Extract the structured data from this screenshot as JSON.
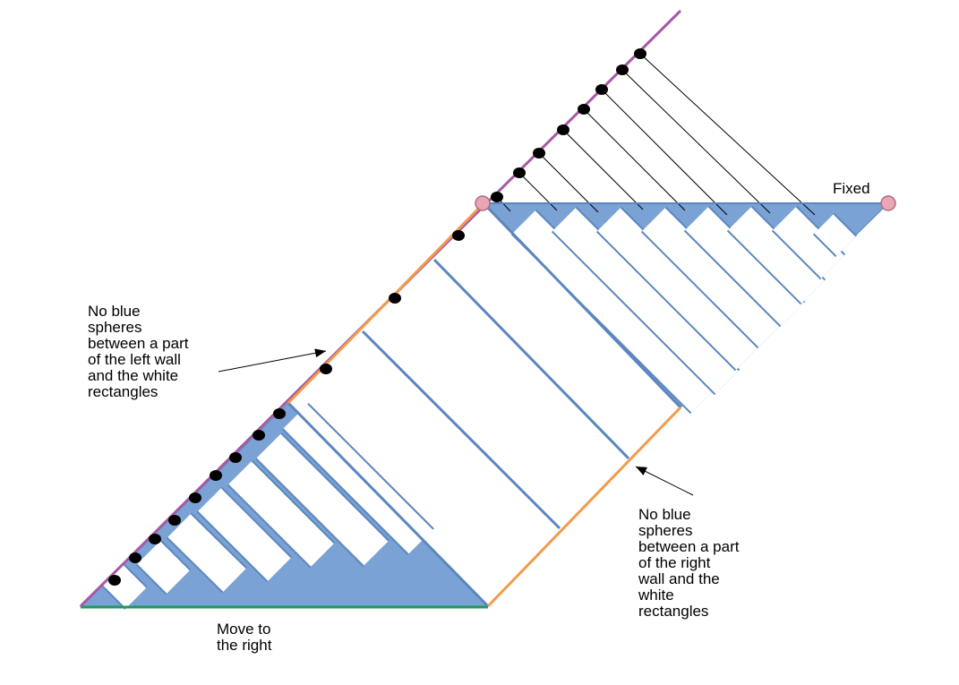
{
  "labels": {
    "fixed": "Fixed",
    "left_note": "No blue\nspheres\nbetween a part\nof the left wall\nand the white\nrectangles",
    "right_note": "No blue\nspheres\nbetween a part\nof the right\nwall and the\nwhite\nrectangles",
    "bottom_note": "Move to\nthe right"
  },
  "colors": {
    "blue_fill": "#7aa2d4",
    "blue_edge": "#5b86bf",
    "purple_wall": "#a45aa4",
    "orange_wall": "#f29b4b",
    "green_base": "#1f9a5a",
    "pin": "#e8a7b5",
    "sphere": "#000000"
  }
}
